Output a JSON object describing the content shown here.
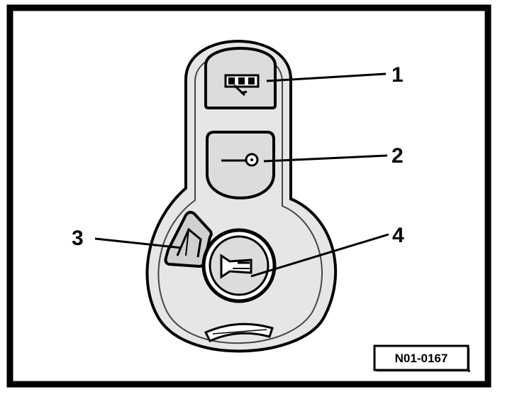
{
  "callouts": [
    {
      "id": "1",
      "label": "1",
      "target": "unlock-rear-button"
    },
    {
      "id": "2",
      "label": "2",
      "target": "lock-key-button"
    },
    {
      "id": "3",
      "label": "3",
      "target": "rear-door-button"
    },
    {
      "id": "4",
      "label": "4",
      "target": "panic-horn-button"
    }
  ],
  "reference_code": "N01-0167",
  "colors": {
    "line": "#000000",
    "body_fill": "#e6e6e6",
    "button_fill": "#dcdcdc",
    "background": "#ffffff"
  }
}
